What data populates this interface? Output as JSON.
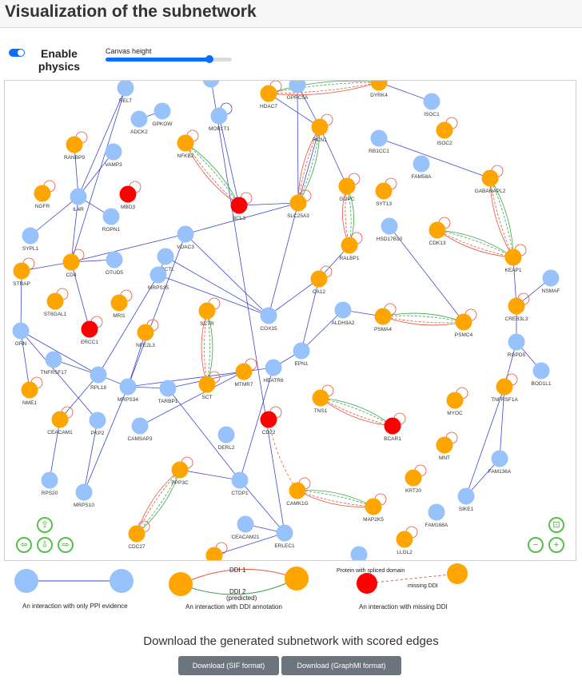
{
  "page": {
    "title": "Visualization of the subnetwork"
  },
  "controls": {
    "physics_label": "Enable physics",
    "physics_enabled": true,
    "canvas_height_label": "Canvas height",
    "canvas_height_fraction": 0.82
  },
  "colors": {
    "ppi": "#97c2fc",
    "ddi": "#ffa500",
    "missing": "#ff0000",
    "ppi_edge": "#3f48cc",
    "ddi_edge_red": "#e8543a",
    "ddi_edge_green": "#3aa64a",
    "nav_green": "#55c04a"
  },
  "network": {
    "nodes": [
      {
        "id": "RELT",
        "label": "RELT",
        "type": "ppi"
      },
      {
        "id": "ADCK2",
        "label": "ADCK2",
        "type": "ppi"
      },
      {
        "id": "GPKOW",
        "label": "GPKOW",
        "type": "ppi"
      },
      {
        "id": "RANBP9",
        "label": "RANBP9",
        "type": "ddi"
      },
      {
        "id": "VAMP3",
        "label": "VAMP3",
        "type": "ppi"
      },
      {
        "id": "NFKB2",
        "label": "NFKB2",
        "type": "ddi"
      },
      {
        "id": "MOBT1",
        "label": "MOB1T1",
        "type": "ppi"
      },
      {
        "id": "HDAC7",
        "label": "HDAC7",
        "type": "ddi"
      },
      {
        "id": "GPRC5A",
        "label": "GPRC5A",
        "type": "ppi"
      },
      {
        "id": "DYRK4",
        "label": "DYRK4",
        "type": "ddi"
      },
      {
        "id": "ISOC1",
        "label": "ISOC1",
        "type": "ppi"
      },
      {
        "id": "RCN1",
        "label": "RCN1",
        "type": "ddi"
      },
      {
        "id": "ISOC2",
        "label": "ISOC2",
        "type": "ddi"
      },
      {
        "id": "RB1CC1",
        "label": "RB1CC1",
        "type": "ppi"
      },
      {
        "id": "FAM58A",
        "label": "FAM58A",
        "type": "ppi"
      },
      {
        "id": "GABARAPL2",
        "label": "GABARAPL2",
        "type": "ddi"
      },
      {
        "id": "NGFR",
        "label": "NGFR",
        "type": "ddi"
      },
      {
        "id": "IL4R",
        "label": "IL4R",
        "type": "ppi"
      },
      {
        "id": "MBD3",
        "label": "MBD3",
        "type": "missing"
      },
      {
        "id": "ROPN1",
        "label": "ROPN1",
        "type": "ppi"
      },
      {
        "id": "BCL3",
        "label": "BCL3",
        "type": "missing"
      },
      {
        "id": "SLC25A3",
        "label": "SLC25A3",
        "type": "ddi"
      },
      {
        "id": "GOPC",
        "label": "GOPC",
        "type": "ddi"
      },
      {
        "id": "SYT13",
        "label": "SYT13",
        "type": "ddi"
      },
      {
        "id": "HSD17B10",
        "label": "HSD17B10",
        "type": "ppi"
      },
      {
        "id": "CDK13",
        "label": "CDK13",
        "type": "ddi"
      },
      {
        "id": "SYPL1",
        "label": "SYPL1",
        "type": "ppi"
      },
      {
        "id": "VDAC3",
        "label": "VDAC3",
        "type": "ppi"
      },
      {
        "id": "CD4",
        "label": "CD4",
        "type": "ddi"
      },
      {
        "id": "OTUD5",
        "label": "OTUD5",
        "type": "ppi"
      },
      {
        "id": "RALBP1",
        "label": "RALBP1",
        "type": "ddi"
      },
      {
        "id": "KEAP1",
        "label": "KEAP1",
        "type": "ddi"
      },
      {
        "id": "STRAP",
        "label": "STRAP",
        "type": "ddi"
      },
      {
        "id": "GPCTL",
        "label": "GPCTL",
        "type": "ppi"
      },
      {
        "id": "MRPS35",
        "label": "MRPS35",
        "type": "ppi"
      },
      {
        "id": "CA12",
        "label": "CA12",
        "type": "ddi"
      },
      {
        "id": "NSMAF",
        "label": "NSMAF",
        "type": "ppi"
      },
      {
        "id": "ST6GAL1",
        "label": "ST6GAL1",
        "type": "ddi"
      },
      {
        "id": "MRI1",
        "label": "MRI1",
        "type": "ddi"
      },
      {
        "id": "SCTR",
        "label": "SCTR",
        "type": "ddi"
      },
      {
        "id": "COX15",
        "label": "COX15",
        "type": "ppi"
      },
      {
        "id": "ALDH3A2",
        "label": "ALDH3A2",
        "type": "ppi"
      },
      {
        "id": "PSMA4",
        "label": "PSMA4",
        "type": "ddi"
      },
      {
        "id": "PSMC4",
        "label": "PSMC4",
        "type": "ddi"
      },
      {
        "id": "CREB3L3",
        "label": "CREB3L3",
        "type": "ddi"
      },
      {
        "id": "GRN",
        "label": "GRN",
        "type": "ppi"
      },
      {
        "id": "ERCC1",
        "label": "ERCC1",
        "type": "missing"
      },
      {
        "id": "NFE2L3",
        "label": "NFE2L3",
        "type": "ddi"
      },
      {
        "id": "RGPD5",
        "label": "RGPD5",
        "type": "ppi"
      },
      {
        "id": "EPN1",
        "label": "EPN1",
        "type": "ppi"
      },
      {
        "id": "TNFRSF17",
        "label": "TNFRSF17",
        "type": "ppi"
      },
      {
        "id": "RPL18",
        "label": "RPL18",
        "type": "ppi"
      },
      {
        "id": "MTMR7",
        "label": "MTMR7",
        "type": "ddi"
      },
      {
        "id": "HEATR6",
        "label": "HEATR6",
        "type": "ppi"
      },
      {
        "id": "BOD1L1",
        "label": "BOD1L1",
        "type": "ppi"
      },
      {
        "id": "NME1",
        "label": "NME1",
        "type": "ddi"
      },
      {
        "id": "MRPS34",
        "label": "MRPS34",
        "type": "ppi"
      },
      {
        "id": "TARBP1",
        "label": "TARBP1",
        "type": "ppi"
      },
      {
        "id": "SCT",
        "label": "SCT",
        "type": "ddi"
      },
      {
        "id": "TNS1",
        "label": "TNS1",
        "type": "ddi"
      },
      {
        "id": "TNFRSF1A",
        "label": "TNFRSF1A",
        "type": "ddi"
      },
      {
        "id": "MYOC",
        "label": "MYOC",
        "type": "ddi"
      },
      {
        "id": "CEACAM1",
        "label": "CEACAM1",
        "type": "ddi"
      },
      {
        "id": "PKP2",
        "label": "PKP2",
        "type": "ppi"
      },
      {
        "id": "CAMSAP3",
        "label": "CAMSAP3",
        "type": "ppi"
      },
      {
        "id": "CD22",
        "label": "CD22",
        "type": "missing"
      },
      {
        "id": "BCAR1",
        "label": "BCAR1",
        "type": "missing"
      },
      {
        "id": "DERL2",
        "label": "DERL2",
        "type": "ppi"
      },
      {
        "id": "MNT",
        "label": "MNT",
        "type": "ddi"
      },
      {
        "id": "FAM136A",
        "label": "FAM136A",
        "type": "ppi"
      },
      {
        "id": "RPS20",
        "label": "RPS20",
        "type": "ppi"
      },
      {
        "id": "PPP3C",
        "label": "PPP3C",
        "type": "ddi"
      },
      {
        "id": "CTDP1",
        "label": "CTDP1",
        "type": "ppi"
      },
      {
        "id": "KRT20",
        "label": "KRT20",
        "type": "ddi"
      },
      {
        "id": "MRPS10",
        "label": "MRPS10",
        "type": "ppi"
      },
      {
        "id": "CAMK1G",
        "label": "CAMK1G",
        "type": "ddi"
      },
      {
        "id": "MAP2K5",
        "label": "MAP2K5",
        "type": "ddi"
      },
      {
        "id": "SIKE1",
        "label": "SIKE1",
        "type": "ppi"
      },
      {
        "id": "FAM168A",
        "label": "FAM168A",
        "type": "ppi"
      },
      {
        "id": "CEACAM21",
        "label": "CEACAM21",
        "type": "ppi"
      },
      {
        "id": "CDC27",
        "label": "CDC27",
        "type": "ddi"
      },
      {
        "id": "ERLEC1",
        "label": "ERLEC1",
        "type": "ppi"
      },
      {
        "id": "LLGL2",
        "label": "LLGL2",
        "type": "ddi"
      },
      {
        "id": "TOPX",
        "label": "",
        "type": "ppi"
      },
      {
        "id": "BOTD1",
        "label": "",
        "type": "ddi"
      },
      {
        "id": "BOTP1",
        "label": "",
        "type": "ppi"
      }
    ],
    "edges": [
      [
        "RELT",
        "IL4R",
        "ppi"
      ],
      [
        "RELT",
        "CD4",
        "ppi"
      ],
      [
        "VAMP3",
        "IL4R",
        "ppi"
      ],
      [
        "ADCK2",
        "GPKOW",
        "ppi"
      ],
      [
        "IL4R",
        "SYPL1",
        "ppi"
      ],
      [
        "IL4R",
        "ROPN1",
        "ppi"
      ],
      [
        "IL4R",
        "CD4",
        "ppi"
      ],
      [
        "RANBP9",
        "IL4R",
        "ppi"
      ],
      [
        "CD4",
        "VDAC3",
        "ppi"
      ],
      [
        "CD4",
        "ERCC1",
        "ppi"
      ],
      [
        "CD4",
        "OTUD5",
        "ppi"
      ],
      [
        "CD4",
        "STRAP",
        "ppi"
      ],
      [
        "VDAC3",
        "SLC25A3",
        "ppi"
      ],
      [
        "VDAC3",
        "COX15",
        "ppi"
      ],
      [
        "VDAC3",
        "MRPS34",
        "ppi"
      ],
      [
        "MOBT1",
        "BCL3",
        "ppi"
      ],
      [
        "MOBT1",
        "MOBT1",
        "self"
      ],
      [
        "BCL3",
        "SLC25A3",
        "ppi"
      ],
      [
        "SLC25A3",
        "GPRC5A",
        "ppi"
      ],
      [
        "SLC25A3",
        "RCN1",
        "ppi"
      ],
      [
        "SLC25A3",
        "COX15",
        "ppi"
      ],
      [
        "HDAC7",
        "RCN1",
        "ppi"
      ],
      [
        "GPRC5A",
        "RCN1",
        "ppi"
      ],
      [
        "RCN1",
        "SLC25A3",
        "ddi"
      ],
      [
        "RCN1",
        "GOPC",
        "ppi"
      ],
      [
        "GOPC",
        "RALBP1",
        "ddi"
      ],
      [
        "RALBP1",
        "CA12",
        "ppi"
      ],
      [
        "CA12",
        "COX15",
        "ppi"
      ],
      [
        "CA12",
        "EPN1",
        "ppi"
      ],
      [
        "EPN1",
        "ALDH3A2",
        "ppi"
      ],
      [
        "ALDH3A2",
        "PSMA4",
        "ppi"
      ],
      [
        "EPN1",
        "HEATR6",
        "ppi"
      ],
      [
        "HEATR6",
        "MTMR7",
        "ppi"
      ],
      [
        "RB1CC1",
        "GABARAPL2",
        "ppi"
      ],
      [
        "HSD17B10",
        "PSMC4",
        "ppi"
      ],
      [
        "ISOC1",
        "DYRK4",
        "ppi"
      ],
      [
        "CDK13",
        "KEAP1",
        "ddi"
      ],
      [
        "GABARAPL2",
        "KEAP1",
        "ddi"
      ],
      [
        "KEAP1",
        "CREB3L3",
        "ppi"
      ],
      [
        "NSMAF",
        "CREB3L3",
        "ppi"
      ],
      [
        "CREB3L3",
        "RGPD5",
        "ppi"
      ],
      [
        "RGPD5",
        "TNFRSF1A",
        "ppi"
      ],
      [
        "RGPD5",
        "BOD1L1",
        "ppi"
      ],
      [
        "TNFRSF1A",
        "FAM136A",
        "ppi"
      ],
      [
        "FAM136A",
        "SIKE1",
        "ppi"
      ],
      [
        "SIKE1",
        "TNFRSF1A",
        "ppi"
      ],
      [
        "GPCTL",
        "COX15",
        "ppi"
      ],
      [
        "GPCTL",
        "MRPS35",
        "ppi"
      ],
      [
        "MRPS35",
        "RPL18",
        "ppi"
      ],
      [
        "MRPS35",
        "COX15",
        "ppi"
      ],
      [
        "STRAP",
        "GRN",
        "ppi"
      ],
      [
        "GRN",
        "RPL18",
        "ppi"
      ],
      [
        "GRN",
        "NME1",
        "ppi"
      ],
      [
        "GRN",
        "PKP2",
        "ppi"
      ],
      [
        "TNFRSF17",
        "RPL18",
        "ppi"
      ],
      [
        "RPL18",
        "MRPS34",
        "ppi"
      ],
      [
        "RPL18",
        "CEACAM1",
        "ppi"
      ],
      [
        "MRPS34",
        "TARBP1",
        "ppi"
      ],
      [
        "MRPS34",
        "MTMR7",
        "ppi"
      ],
      [
        "MRPS34",
        "MRPS10",
        "ppi"
      ],
      [
        "TARBP1",
        "MTMR7",
        "ppi"
      ],
      [
        "TARBP1",
        "CTDP1",
        "ppi"
      ],
      [
        "MTMR7",
        "CAMSAP3",
        "ppi"
      ],
      [
        "HEATR6",
        "CTDP1",
        "ppi"
      ],
      [
        "CTDP1",
        "PPP3C",
        "ppi"
      ],
      [
        "CTDP1",
        "ERLEC1",
        "ppi"
      ],
      [
        "ERLEC1",
        "CEACAM21",
        "ppi"
      ],
      [
        "ERLEC1",
        "TOPX",
        "ppi"
      ],
      [
        "PKP2",
        "MRPS10",
        "ppi"
      ],
      [
        "CEACAM1",
        "RPS20",
        "ppi"
      ],
      [
        "SCTR",
        "SCT",
        "ddi"
      ],
      [
        "PPP3C",
        "CDC27",
        "ddi"
      ],
      [
        "NFKB2",
        "BCL3",
        "ddi"
      ],
      [
        "PSMA4",
        "PSMC4",
        "ddi"
      ],
      [
        "TNS1",
        "BCAR1",
        "ddi"
      ],
      [
        "CAMK1G",
        "MAP2K5",
        "ddi"
      ],
      [
        "HDAC7",
        "DYRK4",
        "ddi"
      ],
      [
        "CD22",
        "CAMK1G",
        "missing"
      ],
      [
        "NFE2L3",
        "MRPS34",
        "ppi"
      ],
      [
        "ERLEC1",
        "BOTD1",
        "ppi"
      ]
    ]
  },
  "navigation": {
    "up": "⇧",
    "down": "⇩",
    "left": "⇦",
    "right": "⇨",
    "fit": "⊡",
    "zoom_out": "−",
    "zoom_in": "+"
  },
  "legend": {
    "ppi_caption": "An interaction with only PPI evidence",
    "ddi_caption": "An interaction with DDI annotation",
    "ddi1_label": "DDI 1",
    "ddi2_label": "DDI 2",
    "predicted_label": "(predicted)",
    "missing_caption": "An interaction with missing DDI",
    "spliced_label": "Protein with spliced domain",
    "missing_ddi_label": "missing DDI"
  },
  "download": {
    "title": "Download the generated subnetwork with scored edges",
    "sif_label": "Download (SIF format)",
    "graphml_label": "Download (GraphMl format)"
  }
}
